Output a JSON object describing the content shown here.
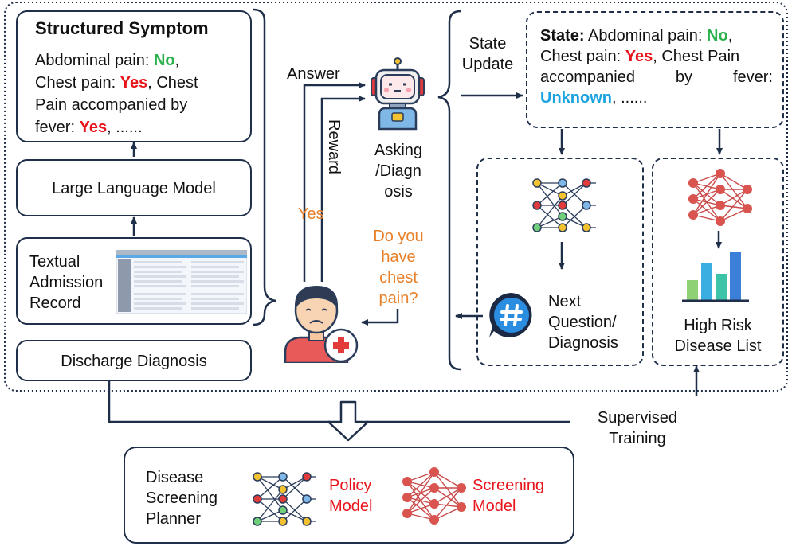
{
  "structured_symptom": {
    "title": "Structured Symptom",
    "line1_prefix": "Abdominal pain: ",
    "line1_value": "No",
    "line1_suffix": ",",
    "line2_prefix": "Chest pain: ",
    "line2_value": "Yes",
    "line2_suffix": ", Chest",
    "line3": "Pain accompanied by",
    "line4_prefix": "fever: ",
    "line4_value": "Yes",
    "line4_suffix": ", ......"
  },
  "llm_box": {
    "label": "Large Language Model"
  },
  "record_box": {
    "line1": "Textual",
    "line2": "Admission",
    "line3": "Record"
  },
  "discharge_box": {
    "label": "Discharge Diagnosis"
  },
  "agent": {
    "answer_label": "Answer",
    "reward_label": "Reward",
    "yes_label": "Yes",
    "asking_line1": "Asking",
    "asking_line2": "/Diagn",
    "asking_line3": "osis",
    "question_line1": "Do you",
    "question_line2": "have",
    "question_line3": "chest",
    "question_line4": "pain?"
  },
  "state_update": {
    "line1": "State",
    "line2": "Update"
  },
  "state_box": {
    "label": "State:",
    "line1_text": " Abdominal pain: ",
    "line1_value": "No",
    "line1_suffix": ",",
    "line2_prefix": "Chest pain: ",
    "line2_value": "Yes",
    "line2_suffix": ", Chest Pain",
    "line3_a": "accompanied",
    "line3_b": "by",
    "line3_c": "fever:",
    "line4_value": "Unknown",
    "line4_suffix": ", ......"
  },
  "policy_panel": {
    "line1": "Next",
    "line2": "Question/",
    "line3": "Diagnosis"
  },
  "screening_panel": {
    "line1": "High Risk",
    "line2": "Disease List"
  },
  "supervised": {
    "line1": "Supervised",
    "line2": "Training"
  },
  "planner": {
    "line1": "Disease",
    "line2": "Screening",
    "line3": "Planner",
    "policy_line1": "Policy",
    "policy_line2": "Model",
    "screening_line1": "Screening",
    "screening_line2": "Model"
  },
  "colors": {
    "border": "#1f2f4a",
    "green": "#2bb24c",
    "red": "#e8141b",
    "blue": "#1aa3e0",
    "orange": "#e8802a"
  }
}
